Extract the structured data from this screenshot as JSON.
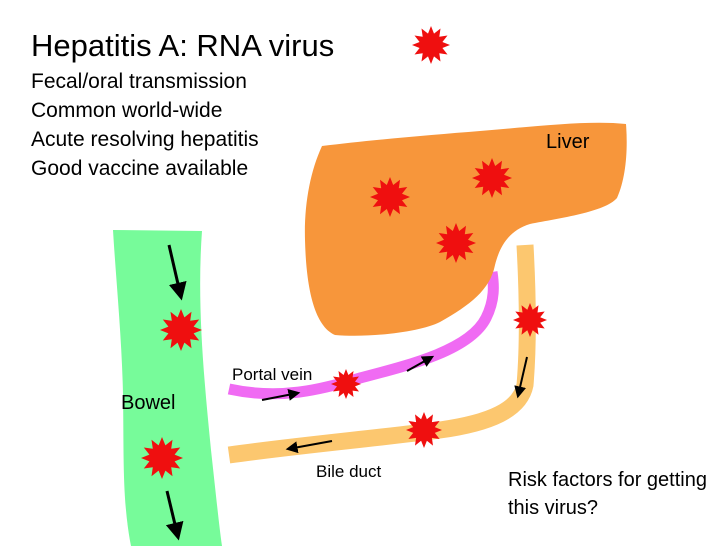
{
  "title": "Hepatitis A: RNA virus",
  "bullets": [
    "Fecal/oral transmission",
    "Common world-wide",
    "Acute resolving hepatitis",
    "Good vaccine available"
  ],
  "labels": {
    "liver": "Liver",
    "bowel": "Bowel",
    "portal_vein": "Portal vein",
    "bile_duct": "Bile duct"
  },
  "question": "Risk factors for getting this virus?",
  "colors": {
    "liver": "#f7963b",
    "bowel": "#77fb9a",
    "portal_vein": "#f06bf3",
    "bile_duct": "#fcc76f",
    "virus": "#ef0f0f"
  }
}
